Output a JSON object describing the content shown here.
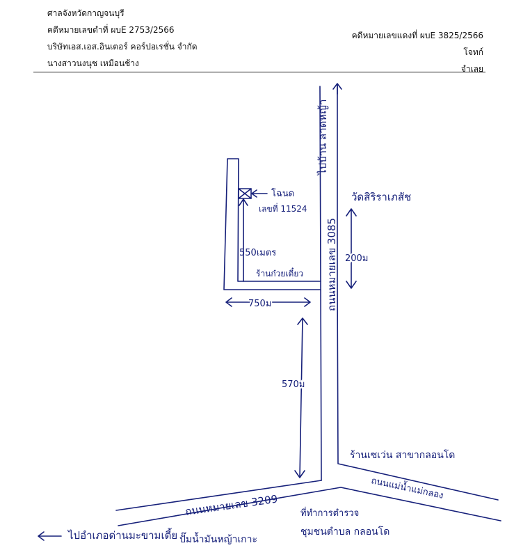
{
  "header": {
    "court": "ศาลจังหวัดกาญจนบุรี",
    "black_case": "คดีหมายเลขดำที่ ผบE 2753/2566",
    "company": "บริษัทเอส.เอส.อินเตอร์ คอร์ปอเรชั่น จำกัด",
    "person": "นางสาวนงนุช เหมือนช้าง",
    "red_case": "คดีหมายเลขแดงที่ ผบE 3825/2566",
    "plaintiff": "โจทก์",
    "defendant": "จำเลย"
  },
  "map": {
    "to_lat_ya": "ไปบ้าน ลาดหญ้า",
    "road_3085": "ถนนหมายเลข 3085",
    "land_label": "โฉนด",
    "deed_no": "เลขที่ 11524",
    "dist_550": "550เมตร",
    "noodle_shop": "ร้านก๋วยเตี๋ยว",
    "dist_750": "750ม",
    "temple": "วัดสิริราเภสัช",
    "dist_200": "200ม",
    "dist_570": "570ม",
    "seven_eleven": "ร้านเซเว่น สาขากลอนโด",
    "road_3209": "ถนนหมายเลข 3209",
    "road_maenam": "ถนนแม่น้ำแม่กลอง",
    "to_district": "ไปอำเภอด่านมะขามเตี้ย",
    "police": "ที่ทำการตำรวจ",
    "police2": "ชุมชนตำบล กลอนโด",
    "gas_station": "ปั๊มน้ำมันหญ้าเกาะ"
  },
  "colors": {
    "ink": "#16207a",
    "print": "#111111"
  }
}
